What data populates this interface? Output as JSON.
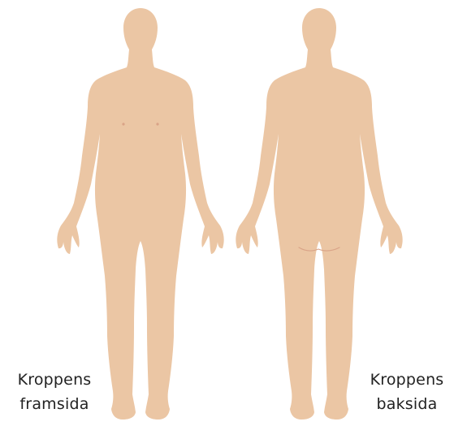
{
  "colors": {
    "skin": "#EBC6A4",
    "detail": "#D9A387",
    "text": "#222222"
  },
  "front": {
    "caption_line1": "Kroppens",
    "caption_line2": "framsida"
  },
  "back": {
    "caption_line1": "Kroppens",
    "caption_line2": "baksida"
  }
}
